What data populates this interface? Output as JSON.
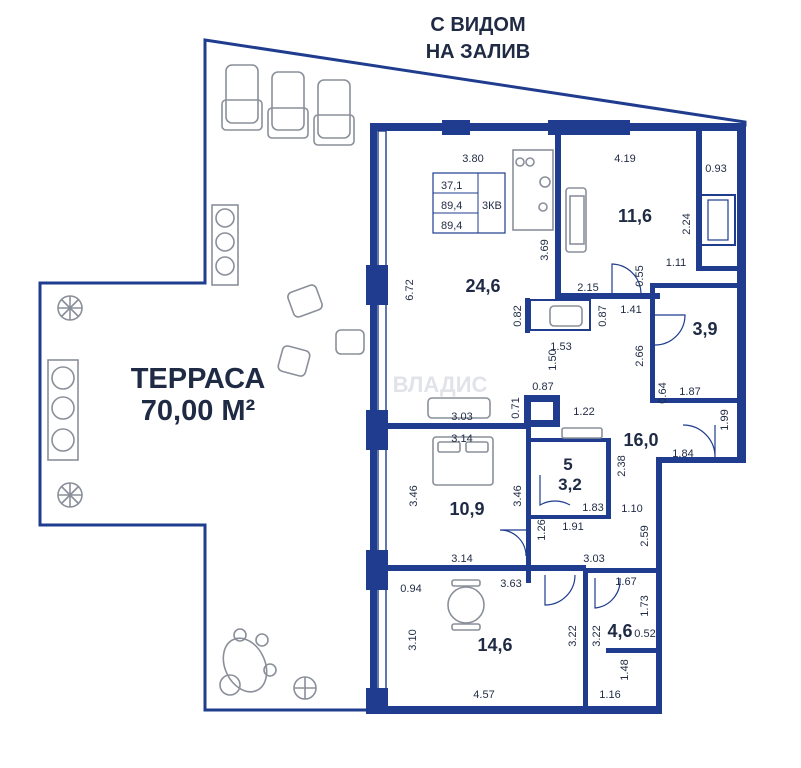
{
  "header": {
    "line1": "С ВИДОМ",
    "line2": "НА ЗАЛИВ"
  },
  "terrace": {
    "title": "ТЕРРАСА",
    "area": "70,00 М²"
  },
  "info_box": {
    "living": "37,1",
    "total": "89,4",
    "total2": "89,4",
    "type": "3КВ"
  },
  "rooms": {
    "living_area": "24,6",
    "bedroom_ne": "11,6",
    "bath_small": "3,9",
    "hall": "16,0",
    "bath_mid_number": "5",
    "bath_mid": "3,2",
    "bedroom_mid": "10,9",
    "kitchen": "14,6",
    "storage": "4,6"
  },
  "dims": {
    "d380": "3.80",
    "d419": "4.19",
    "d093": "0.93",
    "d224": "2.24",
    "d111": "1.11",
    "d369": "3.69",
    "d672": "6.72",
    "d215": "2.15",
    "d055": "0.55",
    "d141": "1.41",
    "d082": "0.82",
    "d087": "0.87",
    "d153": "1.53",
    "d266": "2.66",
    "d150": "1.50",
    "d087b": "0.87",
    "d064": "0.64",
    "d187": "1.87",
    "d303": "3.03",
    "d071": "0.71",
    "d122": "1.22",
    "d199": "1.99",
    "d314": "3.14",
    "d184": "1.84",
    "d238": "2.38",
    "d346": "3.46",
    "d346b": "3.46",
    "d183": "1.83",
    "d110": "1.10",
    "d126": "1.26",
    "d191": "1.91",
    "d259": "2.59",
    "d314b": "3.14",
    "d303b": "3.03",
    "d094": "0.94",
    "d363": "3.63",
    "d167": "1.67",
    "d173": "1.73",
    "d310": "3.10",
    "d322": "3.22",
    "d322b": "3.22",
    "d052": "0.52",
    "d148": "1.48",
    "d457": "4.57",
    "d116": "1.16"
  },
  "watermark": "ВЛАДИС",
  "colors": {
    "wall": "#1f3c8f",
    "text": "#1f2a44",
    "furniture": "#8a8f99"
  }
}
